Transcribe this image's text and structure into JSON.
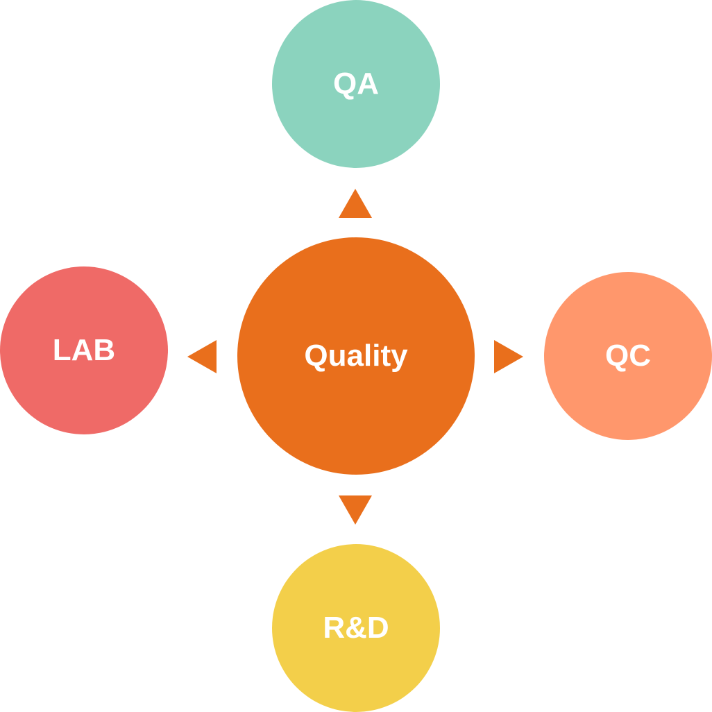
{
  "diagram": {
    "center": {
      "label": "Quality",
      "color": "#E96F1C"
    },
    "nodes": {
      "top": {
        "label": "QA",
        "color": "#8BD3BE"
      },
      "right": {
        "label": "QC",
        "color": "#FF976C"
      },
      "bottom": {
        "label": "R&D",
        "color": "#F3CF4A"
      },
      "left": {
        "label": "LAB",
        "color": "#EF6A67"
      }
    },
    "arrow_color": "#E96F1C"
  }
}
